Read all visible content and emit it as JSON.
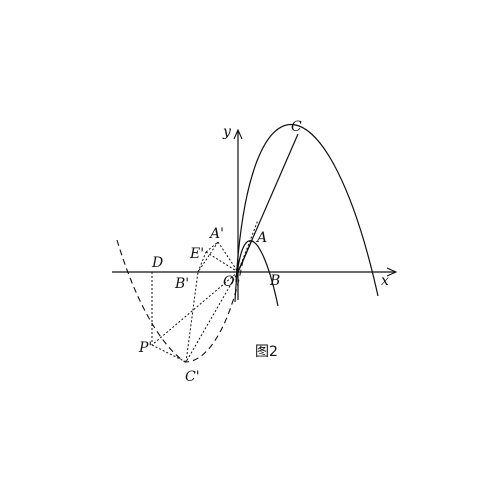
{
  "labels": {
    "y": "y",
    "x": "x",
    "C": "C",
    "A": "A",
    "B": "B",
    "O": "O",
    "A_prime": "A'",
    "E_prime": "E'",
    "D": "D",
    "B_prime": "B'",
    "P_prime": "P'",
    "C_prime": "C'"
  },
  "caption": "图2",
  "colors": {
    "ink": "#111111",
    "background": "#ffffff"
  }
}
